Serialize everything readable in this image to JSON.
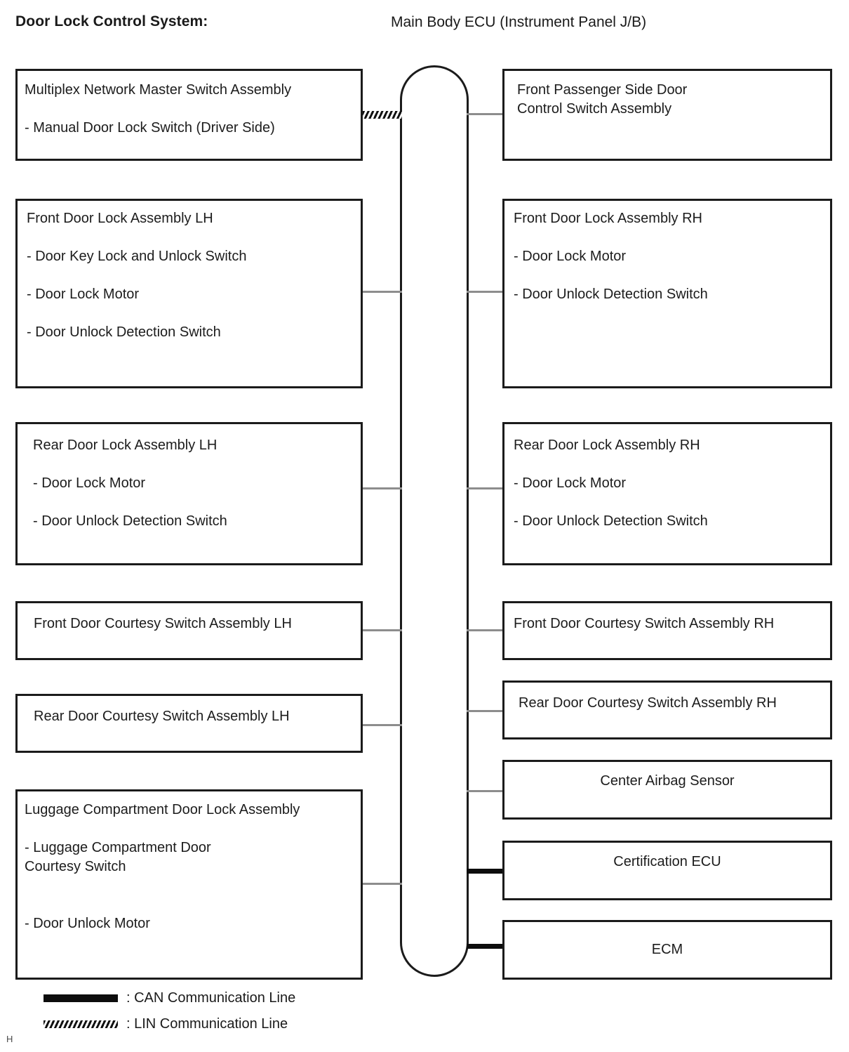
{
  "header": {
    "system_title": "Door Lock Control System:",
    "ecu_title": "Main Body ECU (Instrument Panel J/B)"
  },
  "left_components": [
    {
      "name": "multiplex-network-master-switch-assembly",
      "text": "Multiplex Network Master Switch Assembly\n\n- Manual Door Lock Switch (Driver Side)"
    },
    {
      "name": "front-door-lock-assembly-lh",
      "text": "Front Door Lock Assembly LH\n\n - Door Key Lock and Unlock Switch\n\n - Door Lock Motor\n\n - Door Unlock Detection Switch"
    },
    {
      "name": "rear-door-lock-assembly-lh",
      "text": "Rear Door Lock Assembly LH\n\n - Door Lock Motor\n\n - Door Unlock Detection Switch"
    },
    {
      "name": "front-door-courtesy-switch-assembly-lh",
      "text": "Front Door Courtesy Switch Assembly LH"
    },
    {
      "name": "rear-door-courtesy-switch-assembly-lh",
      "text": "Rear Door Courtesy Switch Assembly LH"
    },
    {
      "name": "luggage-compartment-door-lock-assembly",
      "text": "Luggage Compartment Door Lock Assembly\n\n- Luggage Compartment Door\nCourtesy Switch\n\n\n- Door Unlock Motor"
    }
  ],
  "right_components": [
    {
      "name": "front-passenger-side-door-control-switch-assembly",
      "text": "Front Passenger Side Door\nControl Switch Assembly"
    },
    {
      "name": "front-door-lock-assembly-rh",
      "text": "Front Door Lock Assembly RH\n\n - Door Lock Motor\n\n - Door Unlock Detection Switch"
    },
    {
      "name": "rear-door-lock-assembly-rh",
      "text": "Rear Door Lock Assembly RH\n\n - Door Lock Motor\n\n - Door Unlock Detection Switch"
    },
    {
      "name": "front-door-courtesy-switch-assembly-rh",
      "text": "Front Door Courtesy Switch Assembly RH"
    },
    {
      "name": "rear-door-courtesy-switch-assembly-rh",
      "text": "Rear Door Courtesy Switch Assembly RH"
    },
    {
      "name": "center-airbag-sensor",
      "text": "Center Airbag Sensor"
    },
    {
      "name": "certification-ecu",
      "text": "Certification ECU"
    },
    {
      "name": "ecm",
      "text": "ECM"
    }
  ],
  "legend": [
    {
      "type": "can",
      "label": ": CAN Communication Line"
    },
    {
      "type": "lin",
      "label": ": LIN Communication Line"
    }
  ],
  "corner_mark": "H",
  "colors": {
    "box_border": "#1b1b1b",
    "plain_connector": "#8d8d8d",
    "can_connector": "#0d0d0d",
    "lin_connector": "#111111",
    "background": "#ffffff"
  }
}
